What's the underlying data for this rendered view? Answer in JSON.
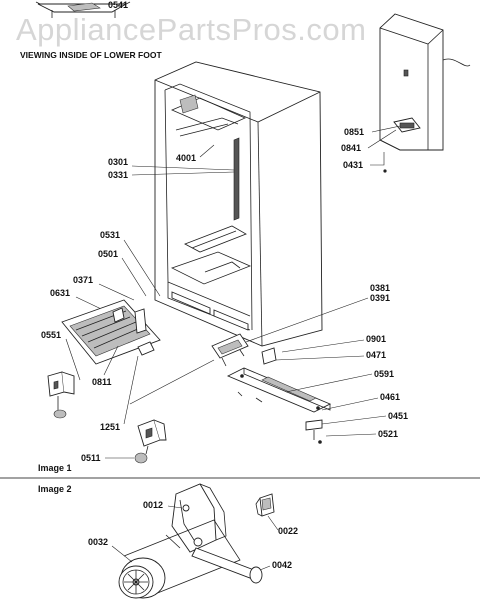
{
  "watermark": "AppliancePartsPros.com",
  "inset_caption": "VIEWING INSIDE OF LOWER FOOT",
  "image_labels": [
    "Image 1",
    "Image 2"
  ],
  "callouts": {
    "c0541": "0541",
    "c0851": "0851",
    "c0841": "0841",
    "c0431": "0431",
    "c4001": "4001",
    "c0301": "0301",
    "c0331": "0331",
    "c0531": "0531",
    "c0501": "0501",
    "c0371": "0371",
    "c0631": "0631",
    "c0551": "0551",
    "c0811": "0811",
    "c1251": "1251",
    "c0511": "0511",
    "c0381": "0381",
    "c0391": "0391",
    "c0901": "0901",
    "c0471": "0471",
    "c0591": "0591",
    "c0461": "0461",
    "c0451": "0451",
    "c0521": "0521",
    "c0012": "0012",
    "c0022": "0022",
    "c0032": "0032",
    "c0042": "0042"
  }
}
